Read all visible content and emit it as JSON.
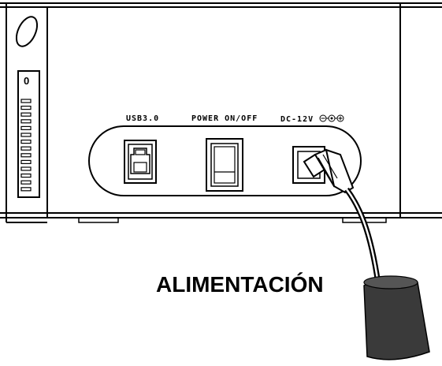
{
  "labels": {
    "slot_number": "0",
    "usb_port": "USB3.0",
    "power_switch": "POWER ON/OFF",
    "dc_input": "DC-12V",
    "callout": "ALIMENTACIÓN"
  },
  "colors": {
    "line": "#000000",
    "background": "#ffffff",
    "plug_fill": "#3a3a3a"
  },
  "icons": {
    "dc_polarity": "center-positive-polarity-icon"
  }
}
